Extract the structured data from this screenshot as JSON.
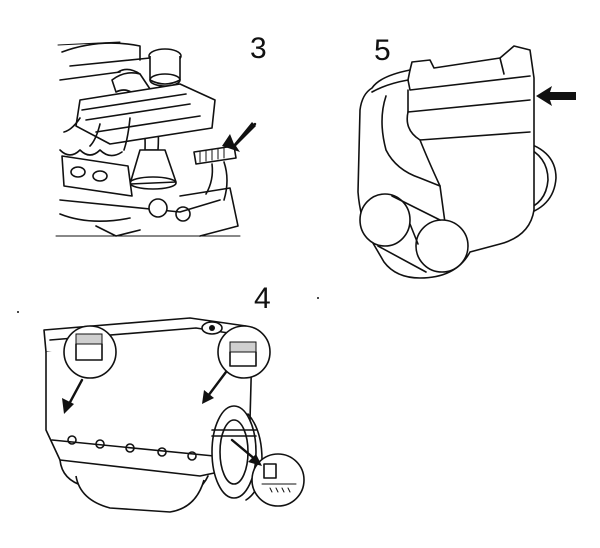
{
  "figures": [
    {
      "label": "3"
    },
    {
      "label": "5"
    },
    {
      "label": "4"
    }
  ],
  "colors": {
    "ink": "#111111",
    "paper": "#ffffff"
  }
}
